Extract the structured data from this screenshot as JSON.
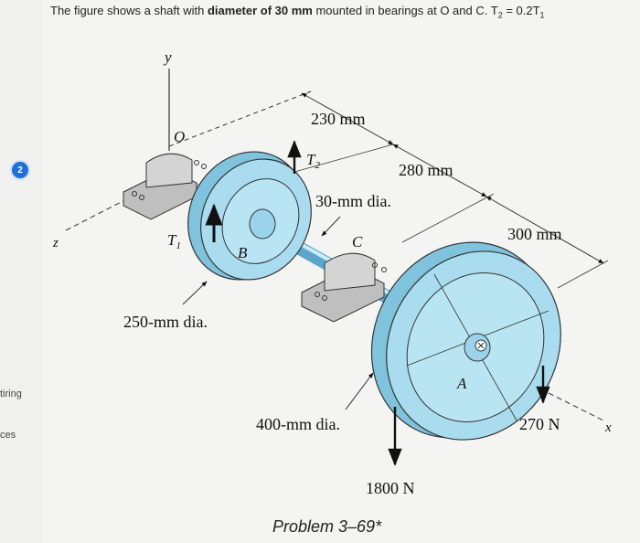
{
  "question": {
    "prefix": "The figure shows a shaft with ",
    "bold": "diameter of 30 mm",
    "suffix": " mounted in bearings at O and C. T",
    "sub1": "2",
    "eq": " = 0.2T",
    "sub2": "1"
  },
  "sidebar": {
    "badge": "2",
    "text_1": "tiring",
    "text_2": "ces"
  },
  "figure": {
    "axis_y": "y",
    "axis_z": "z",
    "axis_x": "x",
    "point_o": "O",
    "point_b": "B",
    "point_c": "C",
    "point_a": "A",
    "t2_main": "T",
    "t2_sub": "2",
    "t1_main": "T",
    "t1_sub": "1",
    "dim_230": "230 mm",
    "dim_280": "280 mm",
    "dim_300": "300 mm",
    "shaft_dia": "30-mm dia.",
    "pulley_b_dia": "250-mm dia.",
    "pulley_a_dia": "400-mm dia.",
    "force_270": "270 N",
    "force_1800": "1800 N",
    "caption": "Problem 3–69*"
  },
  "colors": {
    "pulley": "#a9dcef",
    "pulley_dark": "#6fb6d4",
    "bearing": "#c9c9c9",
    "badge": "#1f6fd6"
  }
}
